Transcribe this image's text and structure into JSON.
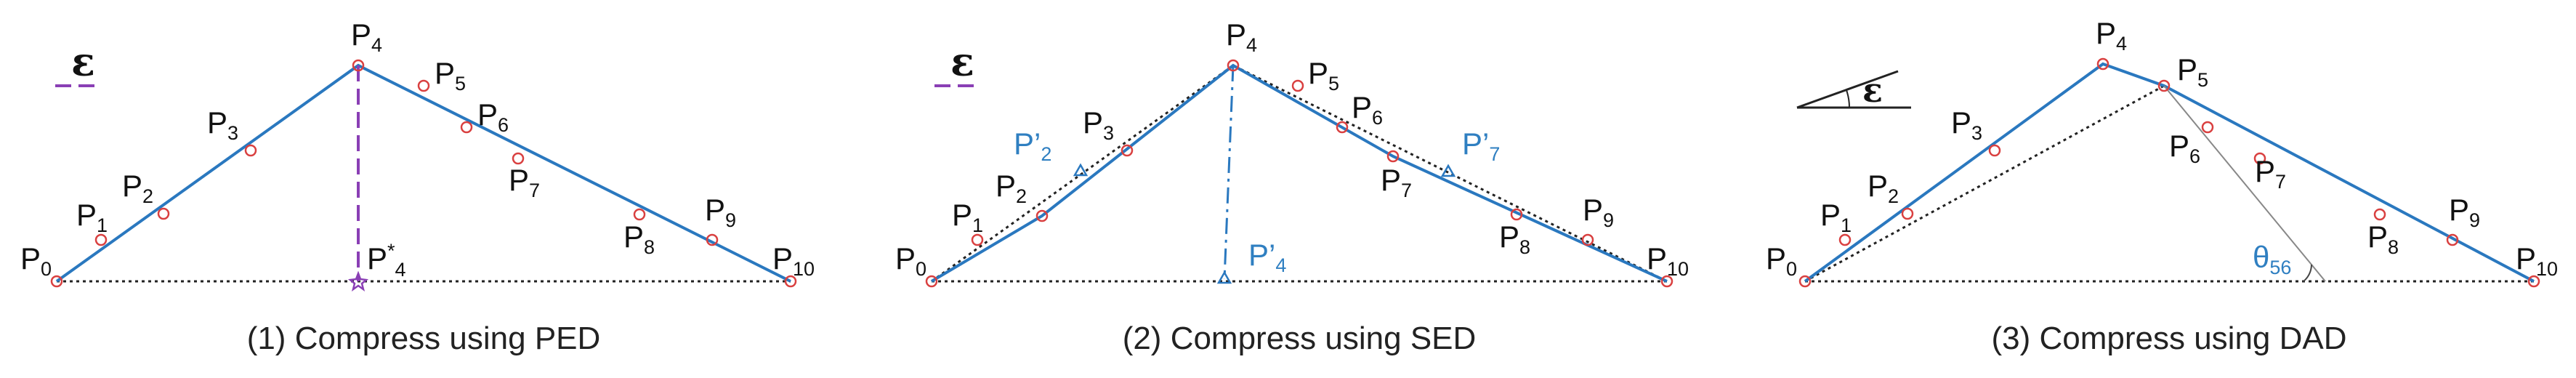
{
  "colors": {
    "line": "#2a78bf",
    "point": "#d94040",
    "dashed": "#8a3fb5",
    "chord": "#222222",
    "blue_label": "#2f7fc1",
    "text": "#111111"
  },
  "epsilon_symbol": "ε",
  "panels": [
    {
      "caption": "(1) Compress using PED",
      "labels": {
        "P0": {
          "base": "P",
          "sub": "0"
        },
        "P1": {
          "base": "P",
          "sub": "1"
        },
        "P2": {
          "base": "P",
          "sub": "2"
        },
        "P3": {
          "base": "P",
          "sub": "3"
        },
        "P4": {
          "base": "P",
          "sub": "4"
        },
        "P5": {
          "base": "P",
          "sub": "5"
        },
        "P6": {
          "base": "P",
          "sub": "6"
        },
        "P7": {
          "base": "P",
          "sub": "7"
        },
        "P8": {
          "base": "P",
          "sub": "8"
        },
        "P9": {
          "base": "P",
          "sub": "9"
        },
        "P10": {
          "base": "P",
          "sub": "10"
        },
        "proj": {
          "base": "P",
          "sup": "*",
          "sub": "4"
        }
      }
    },
    {
      "caption": "(2) Compress using SED",
      "labels": {
        "P0": {
          "base": "P",
          "sub": "0"
        },
        "P1": {
          "base": "P",
          "sub": "1"
        },
        "P2": {
          "base": "P",
          "sub": "2"
        },
        "P3": {
          "base": "P",
          "sub": "3"
        },
        "P4": {
          "base": "P",
          "sub": "4"
        },
        "P5": {
          "base": "P",
          "sub": "5"
        },
        "P6": {
          "base": "P",
          "sub": "6"
        },
        "P7": {
          "base": "P",
          "sub": "7"
        },
        "P8": {
          "base": "P",
          "sub": "8"
        },
        "P9": {
          "base": "P",
          "sub": "9"
        },
        "P10": {
          "base": "P",
          "sub": "10"
        },
        "Pp2": {
          "base": "P’",
          "sub": "2"
        },
        "Pp4": {
          "base": "P’",
          "sub": "4"
        },
        "Pp7": {
          "base": "P’",
          "sub": "7"
        }
      }
    },
    {
      "caption": "(3) Compress using DAD",
      "labels": {
        "P0": {
          "base": "P",
          "sub": "0"
        },
        "P1": {
          "base": "P",
          "sub": "1"
        },
        "P2": {
          "base": "P",
          "sub": "2"
        },
        "P3": {
          "base": "P",
          "sub": "3"
        },
        "P4": {
          "base": "P",
          "sub": "4"
        },
        "P5": {
          "base": "P",
          "sub": "5"
        },
        "P6": {
          "base": "P",
          "sub": "6"
        },
        "P7": {
          "base": "P",
          "sub": "7"
        },
        "P8": {
          "base": "P",
          "sub": "8"
        },
        "P9": {
          "base": "P",
          "sub": "9"
        },
        "P10": {
          "base": "P",
          "sub": "10"
        },
        "theta": {
          "base": "θ",
          "sub": "56"
        }
      }
    }
  ]
}
